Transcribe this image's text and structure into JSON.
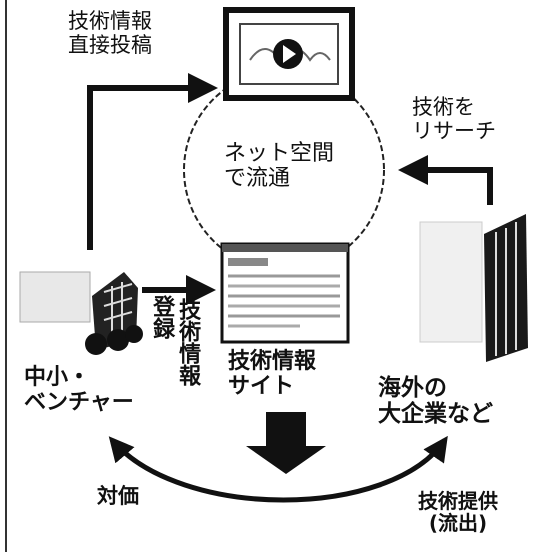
{
  "labels": {
    "direct_post": "技術情報\n直接投稿",
    "research": "技術を\nリサーチ",
    "network": "ネット空間\nで流通",
    "info_site": "技術情報\nサイト",
    "sme": "中小・\nベンチャー",
    "big_corp": "海外の\n大企業など",
    "payment": "対価",
    "tech_provision": "技術提供\n(流出)",
    "register": "登録",
    "tech_info_vertical": "技術情報"
  },
  "icons": {
    "video": "play-video-icon",
    "small_building": "small-building-icon",
    "tall_building": "skyscraper-icon",
    "website": "website-page-icon"
  }
}
